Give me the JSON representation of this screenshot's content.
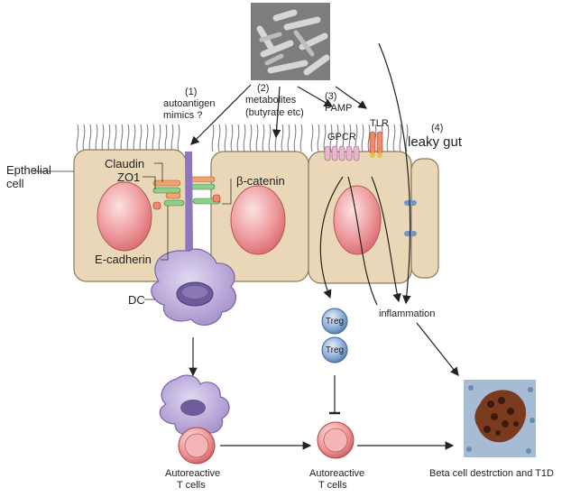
{
  "labels": {
    "step1_num": "(1)",
    "step1_line1": "autoantigen",
    "step1_line2": "mimics ?",
    "step2_num": "(2)",
    "step2_line1": "metabolites",
    "step2_line2": "(butyrate etc)",
    "step3_num": "(3)",
    "step3_line1": "PAMP",
    "step4_num": "(4)",
    "step4_line1": "leaky gut",
    "epithelial_line1": "Epthelial",
    "epithelial_line2": "cell",
    "claudin": "Claudin",
    "zo1": "ZO1",
    "ecadherin": "E-cadherin",
    "beta_catenin": "β-catenin",
    "gpcr": "GPCR",
    "tlr": "TLR",
    "dc": "DC",
    "treg1": "Treg",
    "treg2": "Treg",
    "inflammation": "inflammation",
    "autoreactive_left_line1": "Autoreactive",
    "autoreactive_left_line2": "T cells",
    "autoreactive_mid_line1": "Autoreactive",
    "autoreactive_mid_line2": "T cells",
    "outcome": "Beta cell destrction and T1D"
  },
  "colors": {
    "epithelium": "#ead7b8",
    "nucleus": "#e8868a",
    "dc": "#b7a6d6",
    "treg": "#6f98c9",
    "tcell": "#e7868a",
    "microvilli": "#777777"
  }
}
